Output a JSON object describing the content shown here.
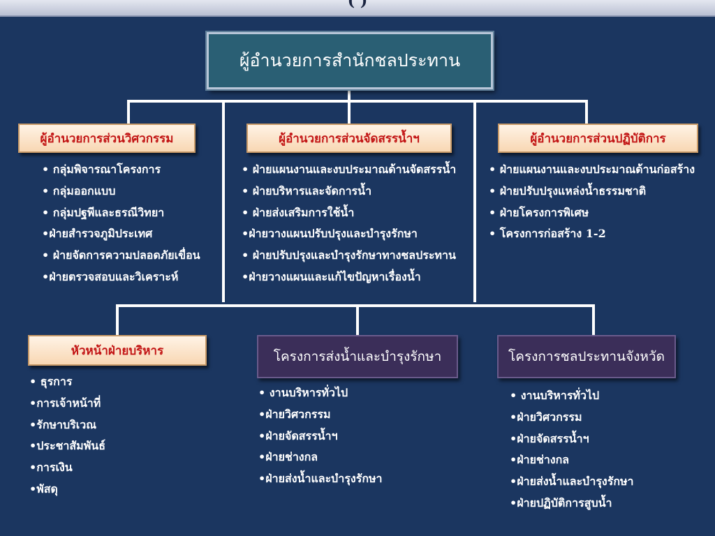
{
  "header": {
    "title_fragment": "( )"
  },
  "top_box": {
    "label": "ผู้อำนวยการสำนักชลประทาน"
  },
  "row1": [
    {
      "label": "ผู้อำนวยการส่วนวิศวกรรม",
      "items": [
        "• กลุ่มพิจารณาโครงการ",
        "• กลุ่มออกแบบ",
        "• กลุ่มปฐพีและธรณีวิทยา",
        "•ฝ่ายสำรวจภูมิประเทศ",
        "• ฝ่ายจัดการความปลอดภัยเขื่อน",
        "•ฝ่ายตรวจสอบและวิเคราะห์"
      ]
    },
    {
      "label": "ผู้อำนวยการส่วนจัดสรรน้ำฯ",
      "items": [
        "• ฝ่ายแผนงานและงบประมาณด้านจัดสรรน้ำ",
        "• ฝ่ายบริหารและจัดการน้ำ",
        "• ฝ่ายส่งเสริมการใช้น้ำ",
        "•ฝ่ายวางแผนปรับปรุงและบำรุงรักษา",
        "• ฝ่ายปรับปรุงและบำรุงรักษาทางชลประทาน",
        "•ฝ่ายวางแผนและแก้ไขปัญหาเรื่องน้ำ"
      ]
    },
    {
      "label": "ผู้อำนวยการส่วนปฏิบัติการ",
      "items": [
        "• ฝ่ายแผนงานและงบประมาณด้านก่อสร้าง",
        "• ฝ่ายปรับปรุงแหล่งน้ำธรรมชาติ",
        "• ฝ่ายโครงการพิเศษ",
        "• โครงการก่อสร้าง 1-2"
      ]
    }
  ],
  "row2": [
    {
      "label": "หัวหน้าฝ่ายบริหาร",
      "items": [
        "• ธุรการ",
        "•การเจ้าหน้าที่",
        "•รักษาบริเวณ",
        "•ประชาสัมพันธ์",
        "•การเงิน",
        "•พัสดุ"
      ]
    },
    {
      "label": "โครงการส่งน้ำและบำรุงรักษา",
      "items": [
        "• งานบริหารทั่วไป",
        "•ฝ่ายวิศวกรรม",
        "•ฝ่ายจัดสรรน้ำฯ",
        "•ฝ่ายช่างกล",
        "•ฝ่ายส่งน้ำและบำรุงรักษา"
      ]
    },
    {
      "label": "โครงการชลประทานจังหวัด",
      "items": [
        "• งานบริหารทั่วไป",
        "•ฝ่ายวิศวกรรม",
        "•ฝ่ายจัดสรรน้ำฯ",
        "•ฝ่ายช่างกล",
        "•ฝ่ายส่งน้ำและบำรุงรักษา",
        "•ฝ่ายปฏิบัติการสูบน้ำ"
      ]
    }
  ]
}
